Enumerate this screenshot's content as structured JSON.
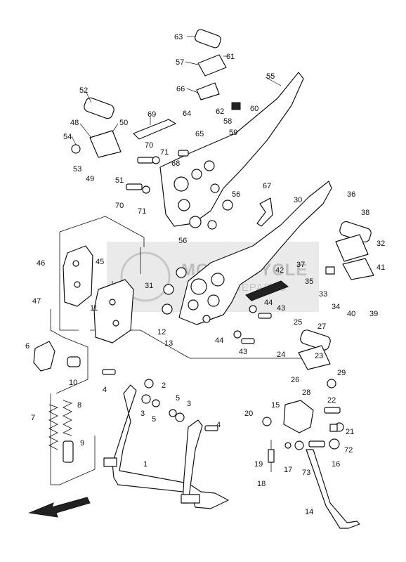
{
  "watermark": {
    "title": "MOTORCYCLE",
    "subtitle": "SPAREPARTS"
  },
  "callouts": [
    "63",
    "61",
    "57",
    "55",
    "66",
    "62",
    "60",
    "52",
    "64",
    "58",
    "59",
    "65",
    "69",
    "50",
    "48",
    "54",
    "70",
    "71",
    "68",
    "53",
    "49",
    "51",
    "56",
    "67",
    "70",
    "71",
    "56",
    "30",
    "36",
    "38",
    "32",
    "46",
    "45",
    "37",
    "41",
    "42",
    "35",
    "33",
    "31",
    "47",
    "11",
    "44",
    "43",
    "34",
    "40",
    "39",
    "25",
    "27",
    "12",
    "13",
    "44",
    "43",
    "24",
    "23",
    "29",
    "6",
    "26",
    "28",
    "10",
    "2",
    "4",
    "5",
    "3",
    "22",
    "8",
    "20",
    "15",
    "7",
    "5",
    "3",
    "21",
    "4",
    "9",
    "72",
    "19",
    "17",
    "73",
    "16",
    "1",
    "18",
    "14"
  ]
}
